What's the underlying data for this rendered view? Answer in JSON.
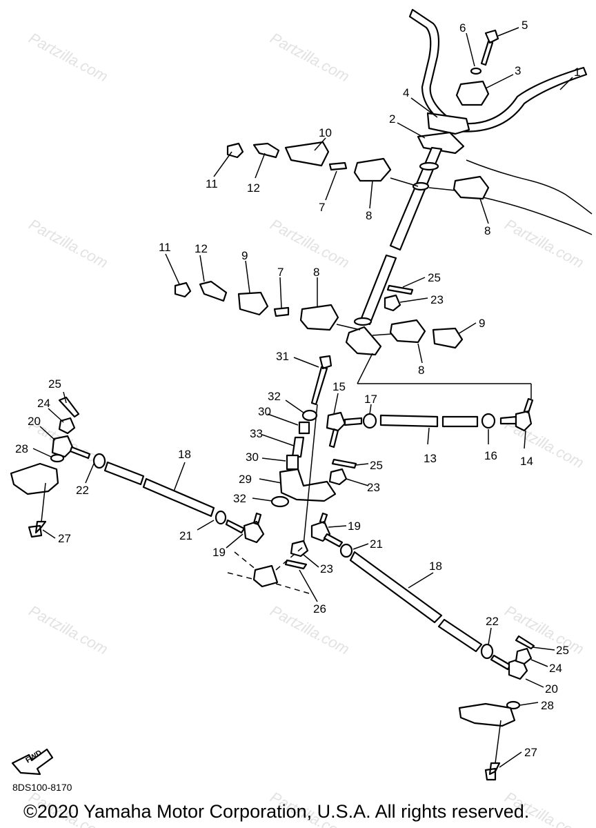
{
  "watermark": "Partzilla.com",
  "callouts": [
    "1",
    "2",
    "3",
    "4",
    "5",
    "6",
    "7",
    "8",
    "9",
    "10",
    "11",
    "12",
    "13",
    "14",
    "15",
    "16",
    "17",
    "18",
    "19",
    "20",
    "21",
    "22",
    "23",
    "24",
    "25",
    "26",
    "27",
    "28",
    "29",
    "30",
    "31",
    "32",
    "33"
  ],
  "fwd_label": "FWD",
  "diagram_code": "8DS100-8170",
  "copyright": "©2020 Yamaha Motor Corporation, U.S.A. All rights reserved."
}
